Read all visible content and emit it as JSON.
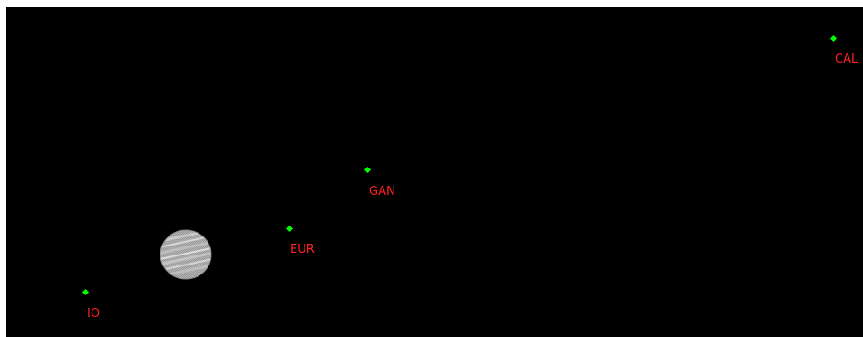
{
  "scene": {
    "background_color": "#000000",
    "marker_color": "#00ff00",
    "label_color": "#ff2020",
    "planet": {
      "icon": "jupiter-icon",
      "color": "#b0b0b0"
    },
    "moons": [
      {
        "id": "io",
        "label": "IO"
      },
      {
        "id": "europa",
        "label": "EUR"
      },
      {
        "id": "ganymede",
        "label": "GAN"
      },
      {
        "id": "callisto",
        "label": "CAL"
      }
    ]
  }
}
